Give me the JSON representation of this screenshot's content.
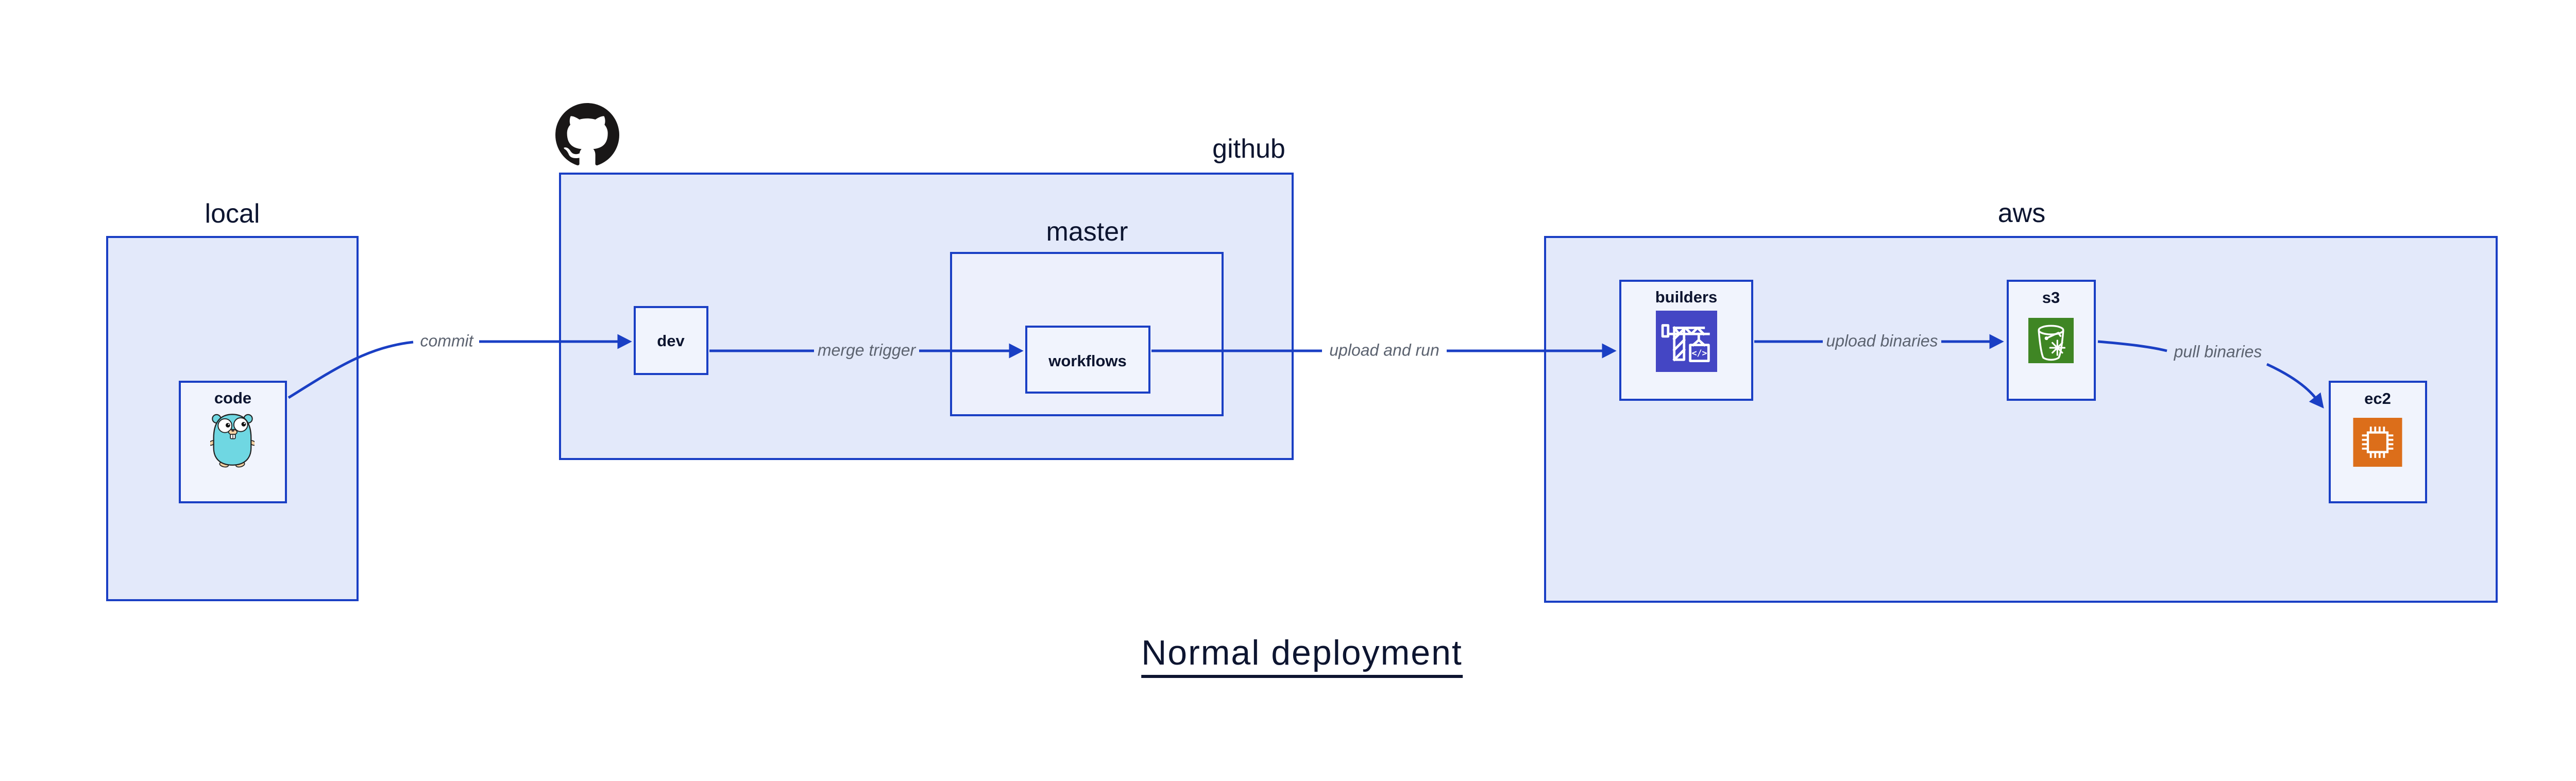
{
  "title": {
    "text": "Normal deployment"
  },
  "groups": {
    "local": {
      "label": "local"
    },
    "github": {
      "label": "github"
    },
    "master": {
      "label": "master"
    },
    "aws": {
      "label": "aws"
    }
  },
  "nodes": {
    "code": {
      "label": "code",
      "icon": "go-gopher-icon"
    },
    "dev": {
      "label": "dev"
    },
    "workflows": {
      "label": "workflows"
    },
    "builders": {
      "label": "builders",
      "icon": "codebuild-crane-icon",
      "icon_text": "</>"
    },
    "s3": {
      "label": "s3",
      "icon": "s3-bucket-snowflake-icon"
    },
    "ec2": {
      "label": "ec2",
      "icon": "ec2-chip-icon"
    }
  },
  "edges": [
    {
      "from": "code",
      "to": "dev",
      "label": "commit"
    },
    {
      "from": "dev",
      "to": "workflows",
      "label": "merge trigger"
    },
    {
      "from": "workflows",
      "to": "builders",
      "label": "upload and run"
    },
    {
      "from": "builders",
      "to": "s3",
      "label": "upload binaries"
    },
    {
      "from": "s3",
      "to": "ec2",
      "label": "pull binaries"
    }
  ],
  "logos": {
    "github": "github-octocat-icon"
  },
  "colors": {
    "stroke_blue": "#1a3fc4",
    "group_fill": "#e3e9fa",
    "master_fill": "#edf0fc",
    "node_fill": "#f1f4fd",
    "label_dark": "#0d1530",
    "edge_label_gray": "#5c6370",
    "github_black": "#191717",
    "gopher_teal": "#6fd7e2",
    "gopher_beige": "#f6d2a2",
    "builders_indigo": "#4446c4",
    "s3_green": "#3f8624",
    "ec2_orange": "#dc6e1a",
    "background": "#ffffff"
  }
}
